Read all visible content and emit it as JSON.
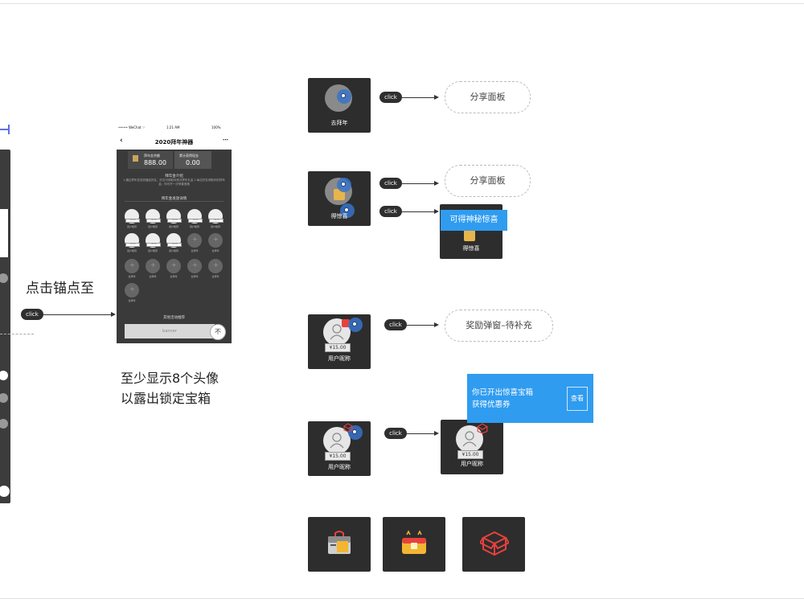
{
  "left": {
    "anchor_text": "点击锚点至",
    "click_label": "click"
  },
  "phone": {
    "status_left": "••••• WeChat ⌔",
    "status_time": "1:21 AM",
    "status_right": "100%",
    "title": "2020拜年神器",
    "back": "‹",
    "more": "⋯",
    "card1_label": "拜年金余额",
    "card1_value": "888.00",
    "card2_label": "累计获得现金",
    "card2_value": "0.00",
    "intro_title": "拜年金介绍",
    "intro_text": "1.通过拜年发送祝福给好友，好友可领取你首次拜年礼金 2.每位好友领取你的拜年金，你可开一次惊喜宝箱",
    "section_title": "拜年金发放详情",
    "avatar_label": "用户昵称",
    "avatar_tag": "¥15.00",
    "empty_label": "去拜年",
    "other_title": "其他活动推荐",
    "banner": "banner",
    "top_btn": "不"
  },
  "note": {
    "line1": "至少显示8个头像",
    "line2": "以露出锁定宝箱"
  },
  "flows": {
    "click": "click",
    "tile1_label": "去拜年",
    "tile2_label": "得惊喜",
    "tile3_label": "得惊喜",
    "share_panel_1": "分享面板",
    "share_panel_2": "分享面板",
    "toast_small": "可得神秘惊喜",
    "reward_popup": "奖励弹窗–待补充",
    "price": "¥15.00",
    "user_name": "用户昵称",
    "toast_big_line1": "你已开出惊喜宝箱",
    "toast_big_line2": "获得优惠券",
    "toast_big_btn": "查看"
  },
  "icons": [
    "locked-chest-icon",
    "gold-chest-icon",
    "open-box-icon"
  ],
  "colors": {
    "accent_blue": "#2f9cf0",
    "tile_dark": "#2d2d2d",
    "anchor_blue": "#3773c8",
    "chest_red": "#e8413d",
    "chest_gold": "#f2b632"
  }
}
